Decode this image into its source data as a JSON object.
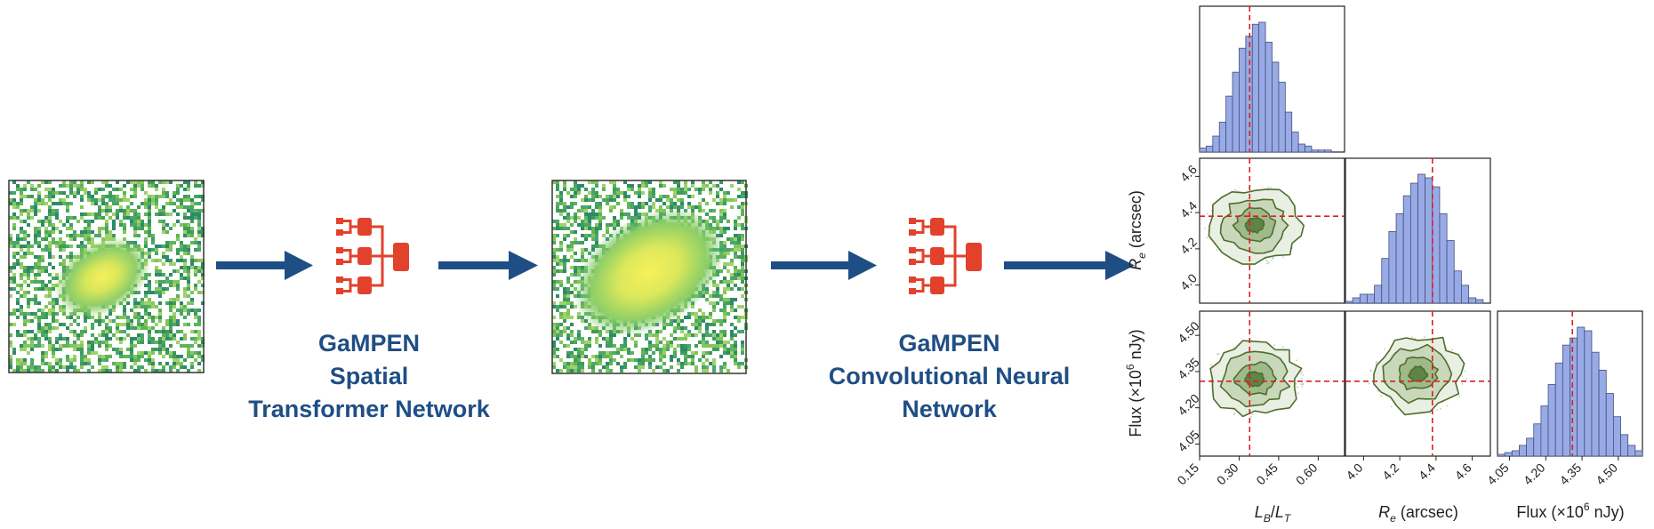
{
  "stage1": {
    "line1": "GaMPEN",
    "line2": "Spatial",
    "line3": "Transformer Network"
  },
  "stage2": {
    "line1": "GaMPEN",
    "line2": "Convolutional Neural",
    "line3": "Network"
  },
  "colors": {
    "caption": "#1f4e85",
    "arrow": "#1f4e85",
    "network_icon": "#e2422b",
    "hist_fill": "#98abe6",
    "hist_edge": "#44507a",
    "contour": "#4d6e2d",
    "truth_line": "#d92020",
    "galaxy_core": "#f5ee5a",
    "galaxy_mid": "#a3d65a",
    "galaxy_outer": "#3e9b5c"
  },
  "icons": [
    "network-icon",
    "arrow-icon"
  ],
  "corner": {
    "xlabels": {
      "p1_italic": "L",
      "p1_sub": "B",
      "p1_slash": "/",
      "p1_italic2": "L",
      "p1_sub2": "T",
      "p2_italic": "R",
      "p2_sub": "e",
      "p2_rest": " (arcsec)",
      "p3_rest": "Flux (×10",
      "p3_sup": "6",
      "p3_end": " nJy)"
    },
    "ylabels": {
      "r_italic": "R",
      "r_sub": "e",
      "r_rest": " (arcsec)",
      "f_rest": "Flux (×10",
      "f_sup": "6",
      "f_end": " nJy)"
    },
    "ticks": {
      "lb_lt": [
        "0.15",
        "0.30",
        "0.45",
        "0.60"
      ],
      "re": [
        "4.0",
        "4.2",
        "4.4",
        "4.6"
      ],
      "flux": [
        "4.05",
        "4.20",
        "4.35",
        "4.50"
      ]
    }
  },
  "chart_data": {
    "type": "corner",
    "parameters": [
      "L_B/L_T",
      "R_e (arcsec)",
      "Flux (×10^6 nJy)"
    ],
    "truth": {
      "L_B/L_T": 0.34,
      "R_e": 4.38,
      "Flux": 4.31
    },
    "ranges": {
      "L_B/L_T": [
        0.15,
        0.7
      ],
      "R_e": [
        3.9,
        4.7
      ],
      "Flux": [
        4.0,
        4.6
      ]
    },
    "histograms": {
      "L_B/L_T": {
        "edges": [
          0.15,
          0.175,
          0.2,
          0.225,
          0.25,
          0.275,
          0.3,
          0.325,
          0.35,
          0.375,
          0.4,
          0.425,
          0.45,
          0.475,
          0.5,
          0.525,
          0.55,
          0.575,
          0.6,
          0.625,
          0.65
        ],
        "counts": [
          2,
          3,
          8,
          15,
          28,
          40,
          52,
          58,
          64,
          65,
          55,
          45,
          35,
          20,
          10,
          4,
          3,
          1,
          1,
          1
        ]
      },
      "R_e": {
        "edges": [
          3.9,
          3.94,
          3.98,
          4.02,
          4.06,
          4.1,
          4.14,
          4.18,
          4.22,
          4.26,
          4.3,
          4.34,
          4.38,
          4.42,
          4.46,
          4.5,
          4.54,
          4.58,
          4.62,
          4.66
        ],
        "counts": [
          1,
          3,
          5,
          5,
          10,
          25,
          40,
          50,
          60,
          67,
          72,
          70,
          65,
          50,
          35,
          18,
          10,
          3,
          2
        ]
      },
      "Flux": {
        "edges": [
          4.0,
          4.03,
          4.06,
          4.09,
          4.12,
          4.15,
          4.18,
          4.21,
          4.24,
          4.27,
          4.3,
          4.33,
          4.36,
          4.39,
          4.42,
          4.45,
          4.48,
          4.51,
          4.54,
          4.57,
          4.6
        ],
        "counts": [
          1,
          2,
          3,
          6,
          10,
          18,
          28,
          40,
          52,
          62,
          66,
          72,
          70,
          58,
          48,
          35,
          22,
          12,
          6,
          3
        ]
      }
    },
    "contour_centers": {
      "Re_vs_LBLT": {
        "x": 0.36,
        "y": 4.33
      },
      "Flux_vs_LBLT": {
        "x": 0.36,
        "y": 4.32
      },
      "Flux_vs_Re": {
        "x": 4.3,
        "y": 4.34
      }
    }
  }
}
